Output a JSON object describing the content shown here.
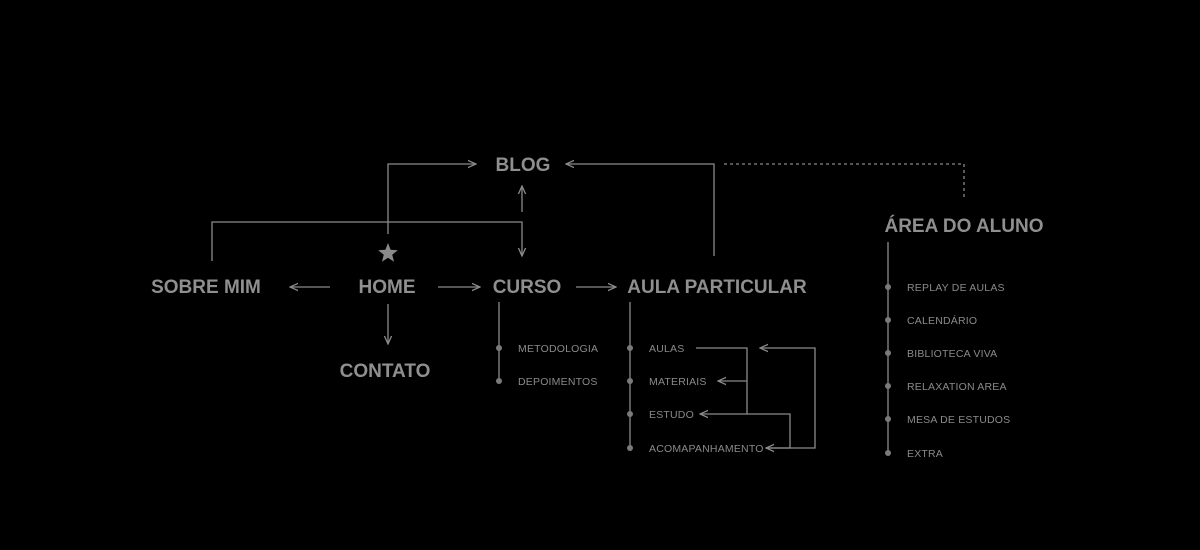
{
  "colors": {
    "background": "#000000",
    "node_text": "#8f8f8f",
    "sub_text": "#8a8a8a",
    "line": "#8a8a8a",
    "dot": "#7a7a7a"
  },
  "icons": {
    "home_marker": "star-icon"
  },
  "nodes": {
    "blog": "BLOG",
    "sobre_mim": "SOBRE MIM",
    "home": "HOME",
    "curso": "CURSO",
    "aula_particular": "AULA PARTICULAR",
    "contato": "CONTATO",
    "area_do_aluno": "ÁREA DO ALUNO"
  },
  "curso_items": [
    "METODOLOGIA",
    "DEPOIMENTOS"
  ],
  "aula_items": [
    "AULAS",
    "MATERIAIS",
    "ESTUDO",
    "ACOMAPANHAMENTO"
  ],
  "area_items": [
    "REPLAY DE AULAS",
    "CALENDÁRIO",
    "BIBLIOTECA VIVA",
    "RELAXATION AREA",
    "MESA DE ESTUDOS",
    "EXTRA"
  ]
}
